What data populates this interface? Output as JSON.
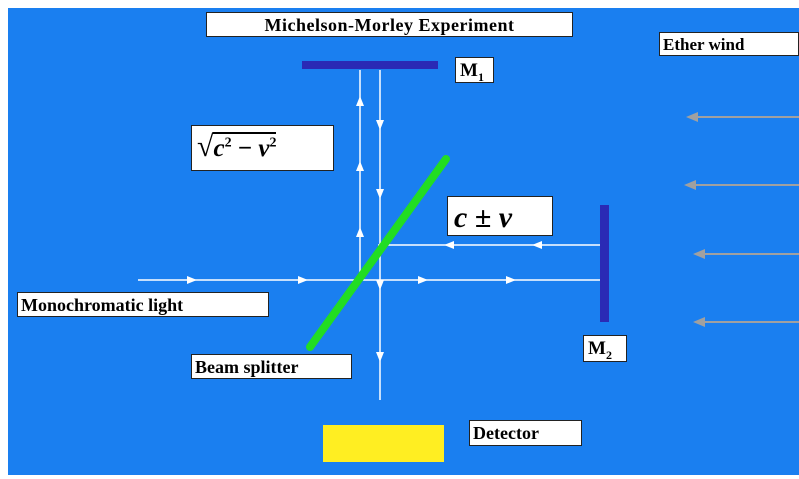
{
  "title": "Michelson-Morley Experiment",
  "labels": {
    "ether_wind": "Ether wind",
    "mirror1_base": "M",
    "mirror1_sub": "1",
    "mirror2_base": "M",
    "mirror2_sub": "2",
    "monochromatic_light": "Monochromatic light",
    "beam_splitter": "Beam splitter",
    "detector": "Detector"
  },
  "formulas": {
    "perpendicular": {
      "radical": "√",
      "c": "c",
      "c_exp": "2",
      "minus": " − ",
      "v": "v",
      "v_exp": "2"
    },
    "parallel": {
      "c": "c",
      "pm": " ± ",
      "v": "v"
    }
  },
  "colors": {
    "background": "#1a7ff0",
    "beam": "#ffffff",
    "mirror": "#2a2ab5",
    "splitter": "#22dd22",
    "detector": "#ffee22",
    "wind_arrow": "#a0a0a0"
  },
  "ether_wind_arrow_count": 4
}
